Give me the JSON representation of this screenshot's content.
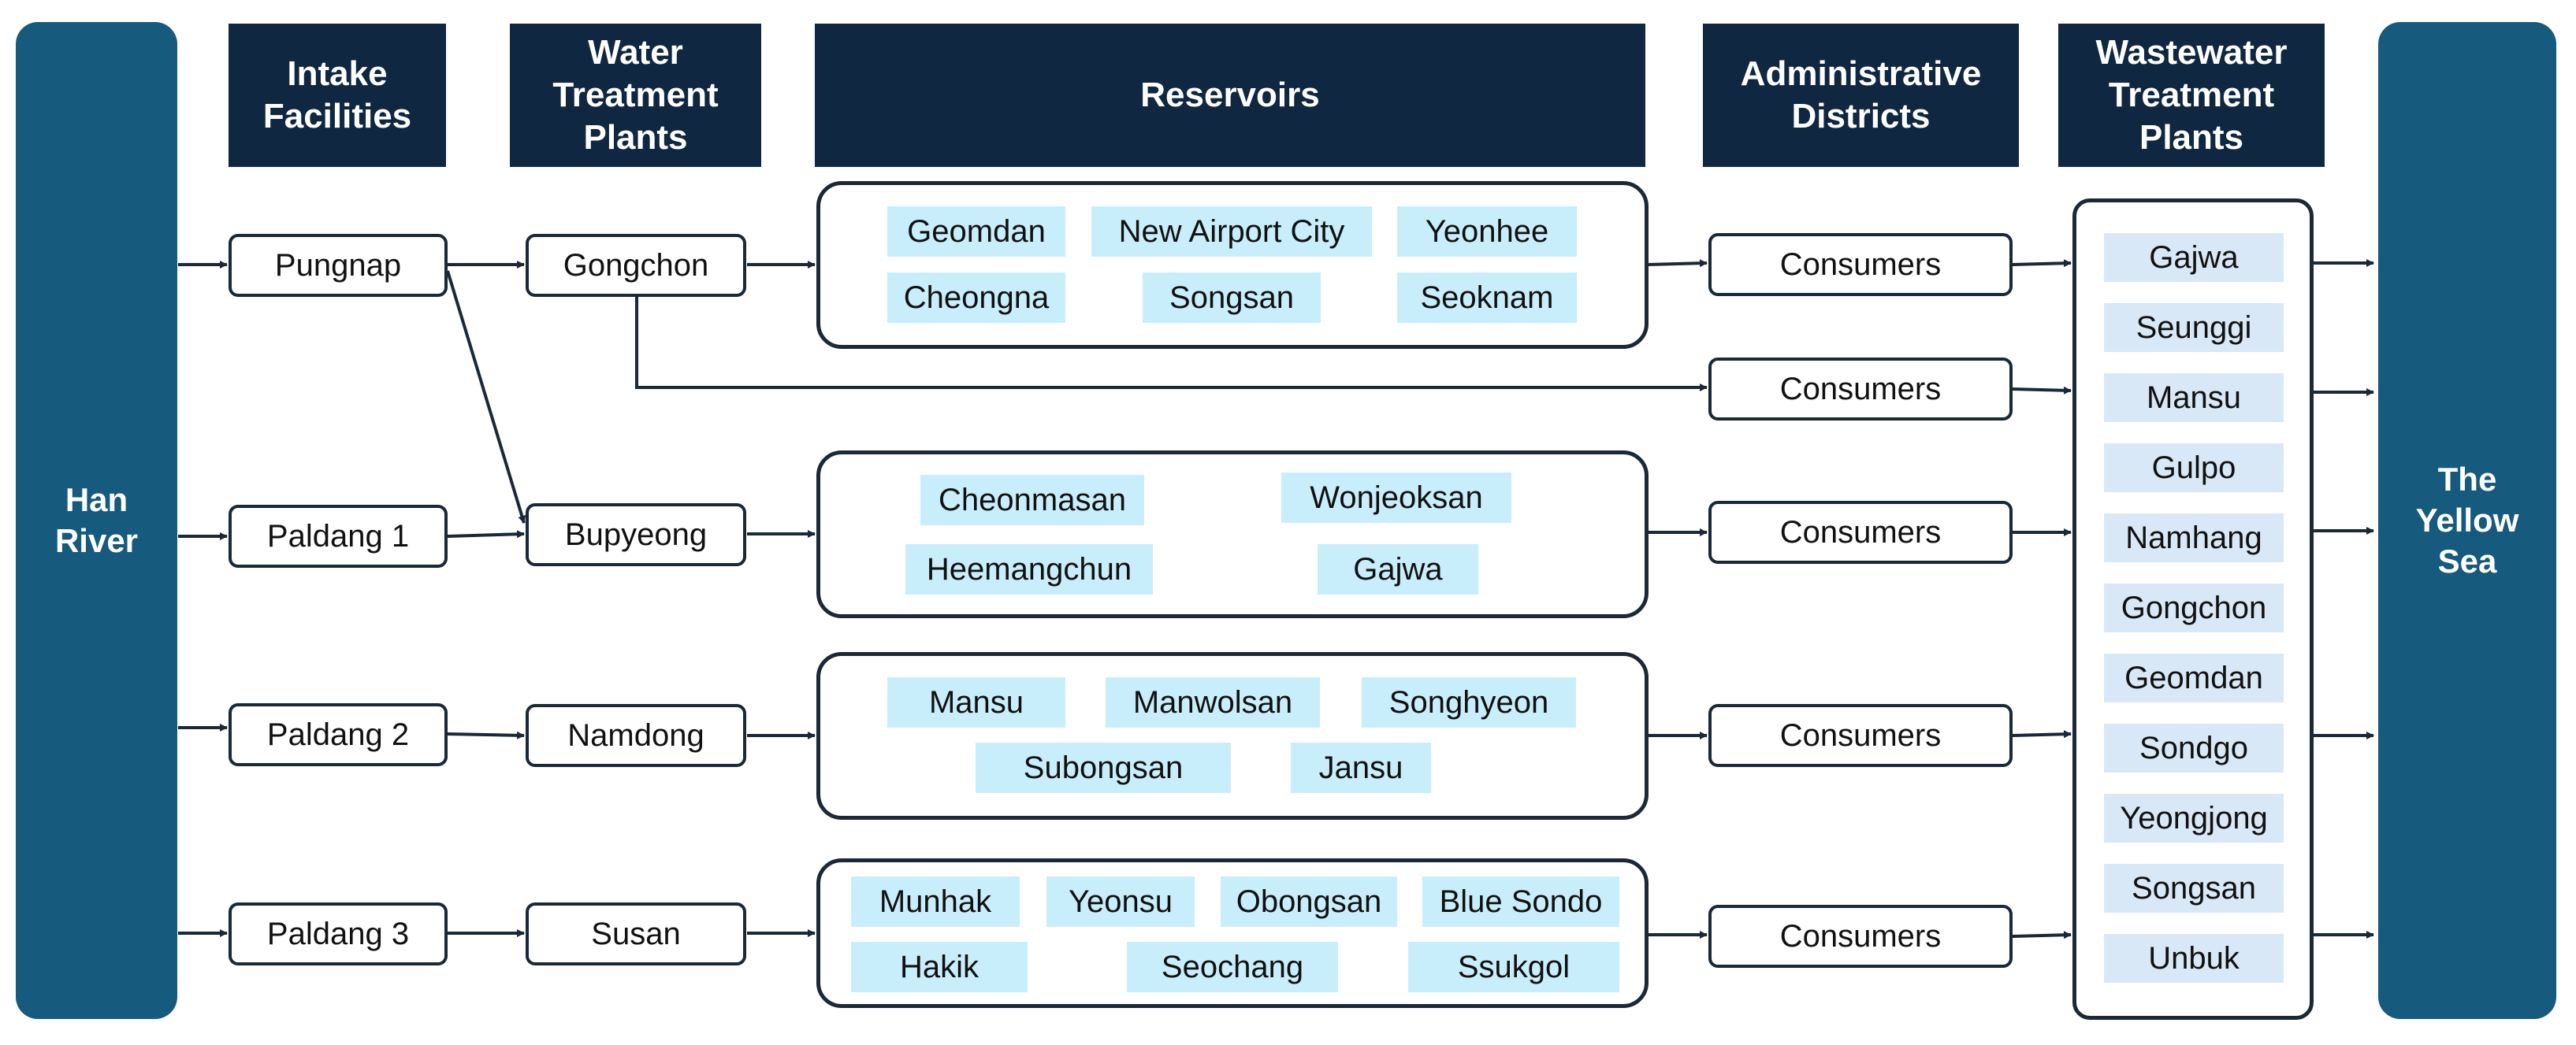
{
  "sources": {
    "left": "Han\nRiver",
    "right": "The\nYellow\nSea"
  },
  "headers": {
    "intake": "Intake\nFacilities",
    "wtp": "Water\nTreatment\nPlants",
    "reservoirs": "Reservoirs",
    "districts": "Administrative\nDistricts",
    "wwtp": "Wastewater\nTreatment\nPlants"
  },
  "intake": [
    "Pungnap",
    "Paldang 1",
    "Paldang 2",
    "Paldang 3"
  ],
  "wtp": [
    "Gongchon",
    "Bupyeong",
    "Namdong",
    "Susan"
  ],
  "reservoir_groups": [
    [
      "Geomdan",
      "New Airport City",
      "Yeonhee",
      "Cheongna",
      "Songsan",
      "Seoknam"
    ],
    [
      "Cheonmasan",
      "Wonjeoksan",
      "Heemangchun",
      "Gajwa"
    ],
    [
      "Mansu",
      "Manwolsan",
      "Songhyeon",
      "Subongsan",
      "Jansu"
    ],
    [
      "Munhak",
      "Yeonsu",
      "Obongsan",
      "Blue Sondo",
      "Hakik",
      "Seochang",
      "Ssukgol"
    ]
  ],
  "consumers": [
    "Consumers",
    "Consumers",
    "Consumers",
    "Consumers",
    "Consumers"
  ],
  "wwtp": [
    "Gajwa",
    "Seunggi",
    "Mansu",
    "Gulpo",
    "Namhang",
    "Gongchon",
    "Geomdan",
    "Sondgo",
    "Yeongjong",
    "Songsan",
    "Unbuk"
  ],
  "colors": {
    "side": "#165a7d",
    "header": "#0f2740",
    "stroke": "#1a2838",
    "reservoir_chip": "#c9eefb",
    "wwtp_chip": "#d9e8f7"
  }
}
